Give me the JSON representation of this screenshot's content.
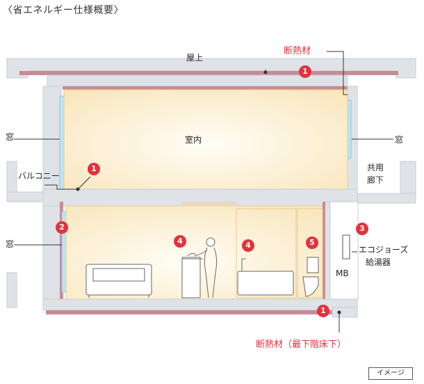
{
  "page": {
    "title": "〈省エネルギー仕様概要〉"
  },
  "labels": {
    "rooftop": "屋上",
    "insulation": "断熱材",
    "indoor": "室内",
    "window_left_upper": "窓",
    "window_right": "窓",
    "window_left_lower": "窓",
    "balcony": "バルコニー",
    "corridor_line1": "共用",
    "corridor_line2": "廊下",
    "ecojoze_line1": "エコジョーズ",
    "ecojoze_line2": "給湯器",
    "mb": "MB",
    "insulation_lowest": "断熱材（最下階床下）"
  },
  "badges": {
    "roof": "1",
    "balcony": "1",
    "window": "2",
    "ecojoze": "3",
    "sink": "4",
    "bath": "4",
    "toilet": "5",
    "floor": "1"
  },
  "footer": {
    "image_badge": "イメージ"
  },
  "colors": {
    "insulation": "#c98a97",
    "structure": "#dfe3e8",
    "room_warm": "#fdf1d6",
    "badge_red": "#e2323c",
    "window_blue": "#bfe3f0"
  }
}
